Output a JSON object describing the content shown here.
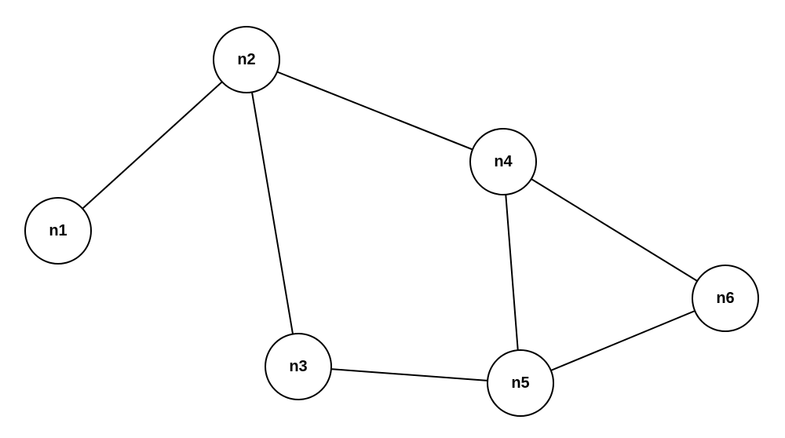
{
  "graph": {
    "nodes": [
      {
        "id": "n1",
        "label": "n1"
      },
      {
        "id": "n2",
        "label": "n2"
      },
      {
        "id": "n3",
        "label": "n3"
      },
      {
        "id": "n4",
        "label": "n4"
      },
      {
        "id": "n5",
        "label": "n5"
      },
      {
        "id": "n6",
        "label": "n6"
      }
    ],
    "edges": [
      {
        "source": "n1",
        "target": "n2"
      },
      {
        "source": "n2",
        "target": "n3"
      },
      {
        "source": "n2",
        "target": "n4"
      },
      {
        "source": "n4",
        "target": "n5"
      },
      {
        "source": "n4",
        "target": "n6"
      },
      {
        "source": "n3",
        "target": "n5"
      },
      {
        "source": "n5",
        "target": "n6"
      }
    ]
  },
  "colors": {
    "stroke": "#000000",
    "node_fill": "#ffffff",
    "background": "#ffffff"
  }
}
